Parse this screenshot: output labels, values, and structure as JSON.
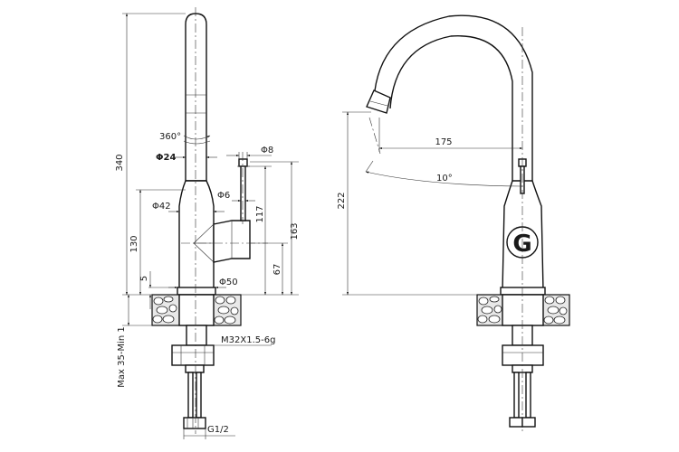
{
  "front_view": {
    "dimensions": {
      "height_total": "340",
      "swivel_angle": "360°",
      "spout_diameter": "Φ24",
      "lever_diameter": "Φ8",
      "handle_shaft_diameter": "Φ6",
      "body_diameter": "Φ42",
      "lever_height": "117",
      "handle_height": "163",
      "body_height": "130",
      "outlet_height": "67",
      "base_gap": "5",
      "base_diameter": "Φ50",
      "mount_thread": "M32X1.5-6g",
      "hose_thread": "G1/2",
      "max_counter_thickness": "Max 35-Min 1"
    }
  },
  "side_view": {
    "dimensions": {
      "spout_reach": "175",
      "tilt_angle": "10°",
      "spout_height": "222"
    },
    "logo_letter": "G"
  }
}
